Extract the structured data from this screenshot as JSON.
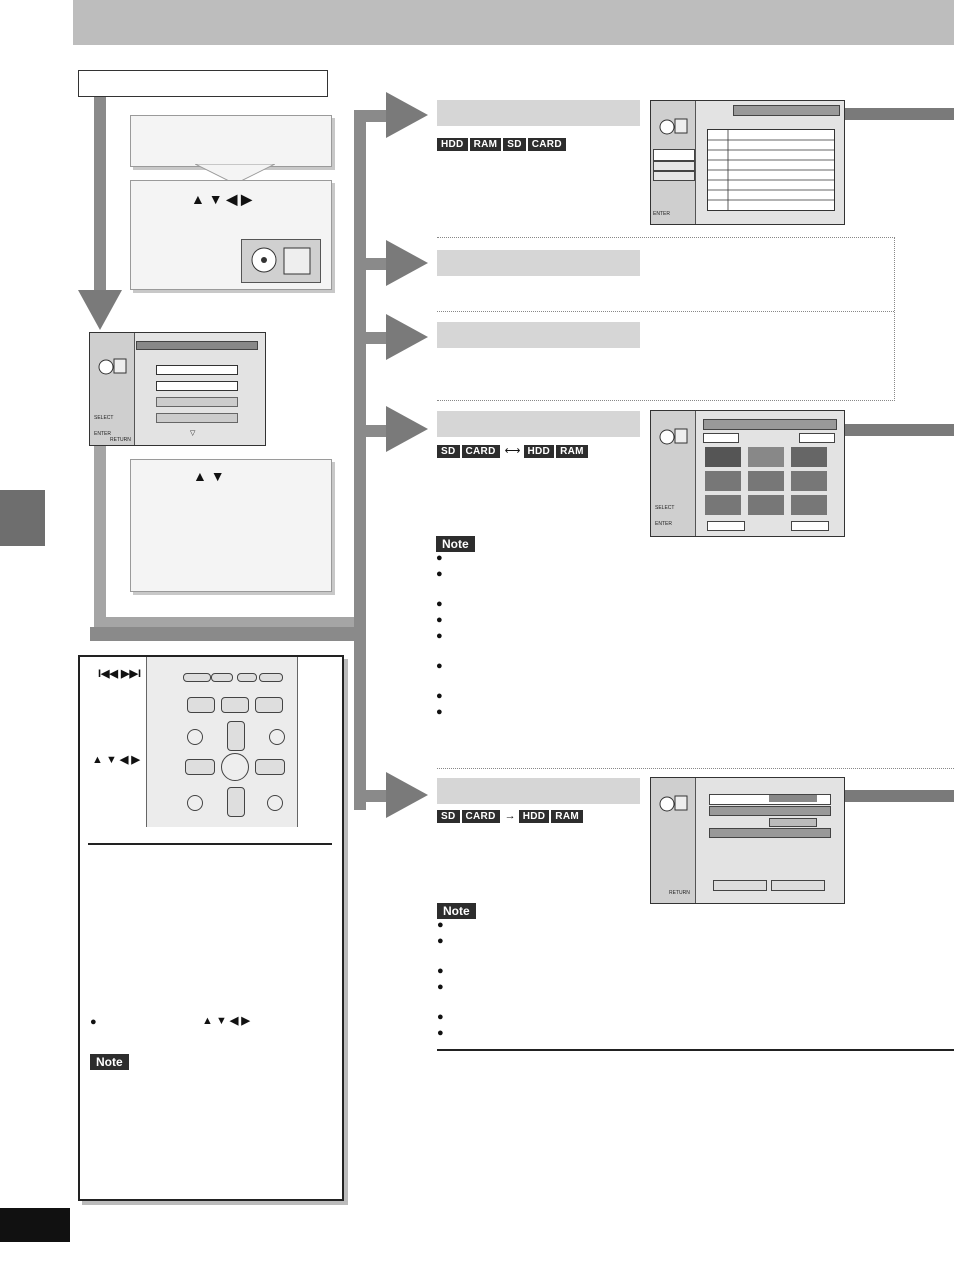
{
  "badges": {
    "section1": [
      "HDD",
      "RAM",
      "SD",
      "CARD"
    ],
    "section4_left": [
      "SD",
      "CARD"
    ],
    "section4_arrow": "⟷",
    "section4_right": [
      "HDD",
      "RAM"
    ],
    "section5_left": [
      "SD",
      "CARD"
    ],
    "section5_arrow": "→",
    "section5_right": [
      "HDD",
      "RAM"
    ]
  },
  "arrows": {
    "four_way": "▲ ▼ ◀ ▶",
    "up_down": "▲ ▼",
    "skip": "I◀◀  ▶▶I"
  },
  "note_label": "Note",
  "bullet_char": "●",
  "screen_labels": {
    "enter": "ENTER",
    "select": "SELECT",
    "return": "RETURN"
  },
  "colors": {
    "header": "#bdbdbd",
    "flow_arrow": "#8a8a8a",
    "badge_bg": "#2d2d2d"
  }
}
